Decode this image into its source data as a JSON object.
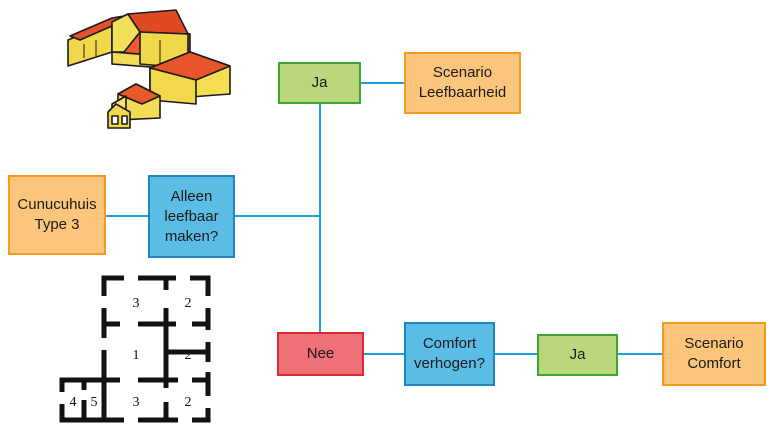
{
  "nodes": {
    "start": "Cunucuhuis\nType 3",
    "question1": "Alleen\nleefbaar\nmaken?",
    "yes1": "Ja",
    "scenario1": "Scenario\nLeefbaarheid",
    "no1": "Nee",
    "question2": "Comfort\nverhogen?",
    "yes2": "Ja",
    "scenario2": "Scenario\nComfort"
  },
  "floorplan": {
    "rooms": [
      "3",
      "2",
      "1",
      "2",
      "3",
      "2",
      "4",
      "5"
    ]
  },
  "colors": {
    "connector": "#1f9fd8",
    "scenario_fill": "#fbc67c",
    "question_fill": "#5bbde6",
    "yes_fill": "#b9d67a",
    "no_fill": "#f07078"
  }
}
